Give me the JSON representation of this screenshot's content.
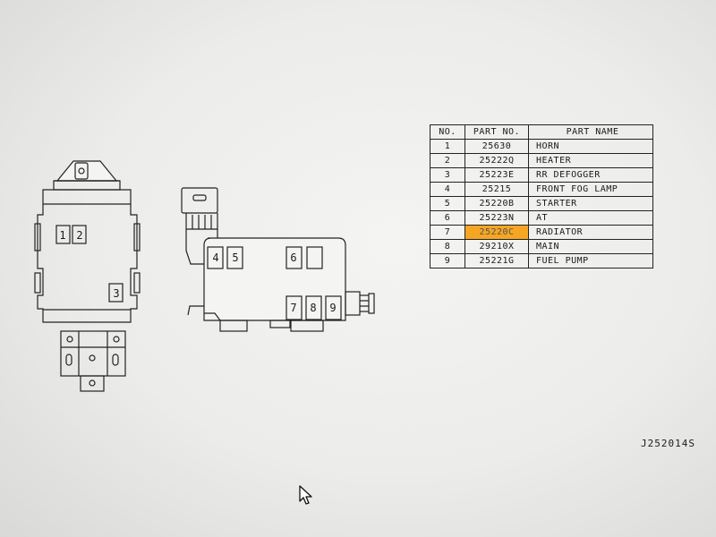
{
  "fuse_labels": {
    "f1": "1",
    "f2": "2",
    "f3": "3",
    "f4": "4",
    "f5": "5",
    "f6": "6",
    "f7": "7",
    "f8": "8",
    "f9": "9"
  },
  "table": {
    "headers": {
      "no": "NO.",
      "part_no": "PART NO.",
      "part_name": "PART NAME"
    },
    "rows": [
      {
        "no": "1",
        "part_no": "25630",
        "part_name": "HORN"
      },
      {
        "no": "2",
        "part_no": "25222Q",
        "part_name": "HEATER"
      },
      {
        "no": "3",
        "part_no": "25223E",
        "part_name": "RR DEFOGGER"
      },
      {
        "no": "4",
        "part_no": "25215",
        "part_name": "FRONT FOG LAMP"
      },
      {
        "no": "5",
        "part_no": "25220B",
        "part_name": "STARTER"
      },
      {
        "no": "6",
        "part_no": "25223N",
        "part_name": "AT"
      },
      {
        "no": "7",
        "part_no": "25220C",
        "part_name": "RADIATOR"
      },
      {
        "no": "8",
        "part_no": "29210X",
        "part_name": "MAIN"
      },
      {
        "no": "9",
        "part_no": "25221G",
        "part_name": "FUEL PUMP"
      }
    ],
    "highlight_row": 7,
    "highlight_color": "#f5a623"
  },
  "drawing_code": "J252014S"
}
